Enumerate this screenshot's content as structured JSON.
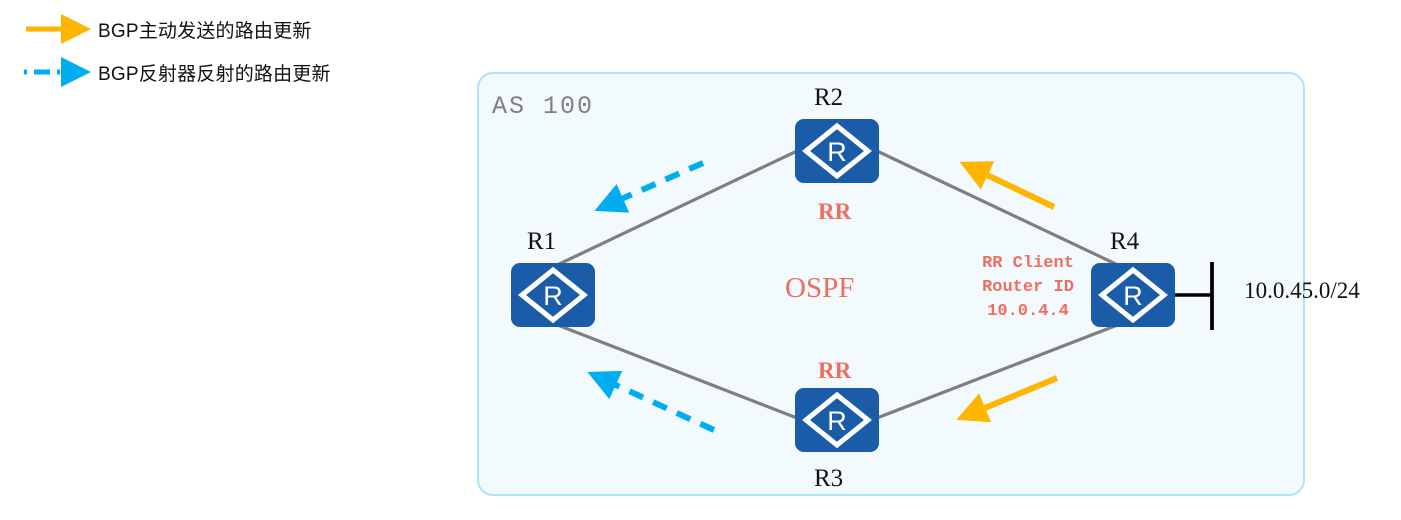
{
  "legend": {
    "items": [
      {
        "icon": "solid-arrow-icon",
        "label": "BGP主动发送的路由更新",
        "color": "#FFB400",
        "style": "solid"
      },
      {
        "icon": "dashed-arrow-icon",
        "label": "BGP反射器反射的路由更新",
        "color": "#00AEEF",
        "style": "dashed"
      }
    ]
  },
  "diagram": {
    "as_label": "AS 100",
    "area_label": "OSPF",
    "nodes": [
      {
        "id": "r1",
        "name": "R1",
        "icon": "router-icon",
        "role": ""
      },
      {
        "id": "r2",
        "name": "R2",
        "icon": "router-icon",
        "role": "RR"
      },
      {
        "id": "r3",
        "name": "R3",
        "icon": "router-icon",
        "role": "RR"
      },
      {
        "id": "r4",
        "name": "R4",
        "icon": "router-icon",
        "role": "RR Client"
      }
    ],
    "r4_info": {
      "line1": "RR Client",
      "line2": "Router ID",
      "line3": "10.0.4.4"
    },
    "subnet_label": "10.0.45.0/24",
    "colors": {
      "router_fill": "#1A5CA8",
      "link": "#7F7F7F",
      "as_border": "#AEE4F5",
      "as_fill": "#F2FAFD",
      "accent_red": "#EF6D61",
      "arrow_orange": "#FFB400",
      "arrow_cyan": "#00AEEF",
      "as_text": "#808080"
    }
  }
}
